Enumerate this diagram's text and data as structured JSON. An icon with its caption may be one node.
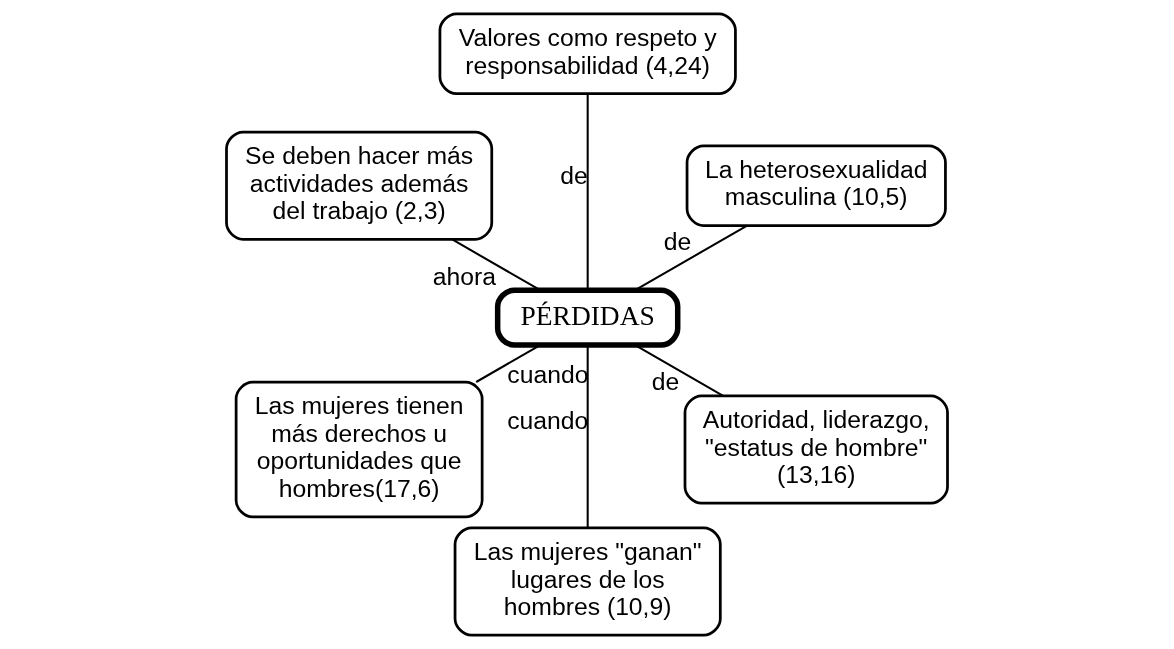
{
  "diagram": {
    "nodes": [
      {
        "text": [
          "PÉRDIDAS"
        ]
      },
      {
        "text": [
          "La heterosexualidad masculina (10,5)"
        ]
      },
      {
        "text": [
          "Valores como respeto y responsabilidad (4,24)"
        ]
      },
      {
        "text": [
          "Se deben hacer más actividades además del trabajo (2,3)"
        ]
      },
      {
        "text": [
          "Las mujeres tienen más derechos u oportunidades que hombres(17,6)"
        ]
      },
      {
        "text": [
          "Las mujeres \"ganan\" lugares de los hombres (10,9)"
        ]
      },
      {
        "text": [
          "Autoridad, liderazgo, \"estatus de hombre\" (13,16)"
        ]
      }
    ],
    "edges": [
      {
        "from": 0,
        "to": 1,
        "arrow": "none",
        "label": "de"
      },
      {
        "from": 0,
        "to": 2,
        "arrow": "none",
        "label": "de"
      },
      {
        "from": 0,
        "to": 3,
        "arrow": "none",
        "label": "ahora"
      },
      {
        "from": 0,
        "to": 4,
        "arrow": "none",
        "label": "cuando"
      },
      {
        "from": 0,
        "to": 5,
        "arrow": "none",
        "label": "cuando"
      },
      {
        "from": 0,
        "to": 6,
        "arrow": "none",
        "label": "de"
      }
    ]
  }
}
